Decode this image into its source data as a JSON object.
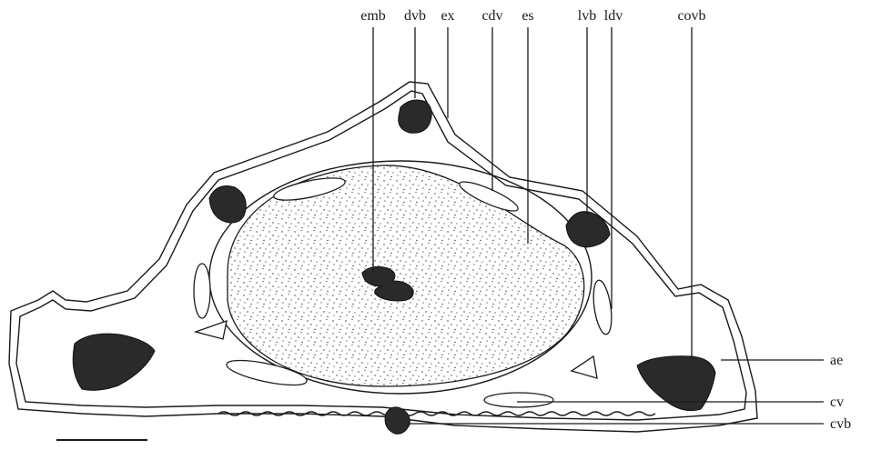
{
  "figure": {
    "labels": {
      "emb": "emb",
      "dvb": "dvb",
      "ex": "ex",
      "cdv": "cdv",
      "es": "es",
      "lvb": "lvb",
      "ldv": "ldv",
      "covb": "covb",
      "ae": "ae",
      "cv": "cv",
      "cvb": "cvb"
    },
    "colors": {
      "ink": "#1a1a1a",
      "bundle_fill": "#2a2a2a",
      "background": "#ffffff"
    }
  }
}
